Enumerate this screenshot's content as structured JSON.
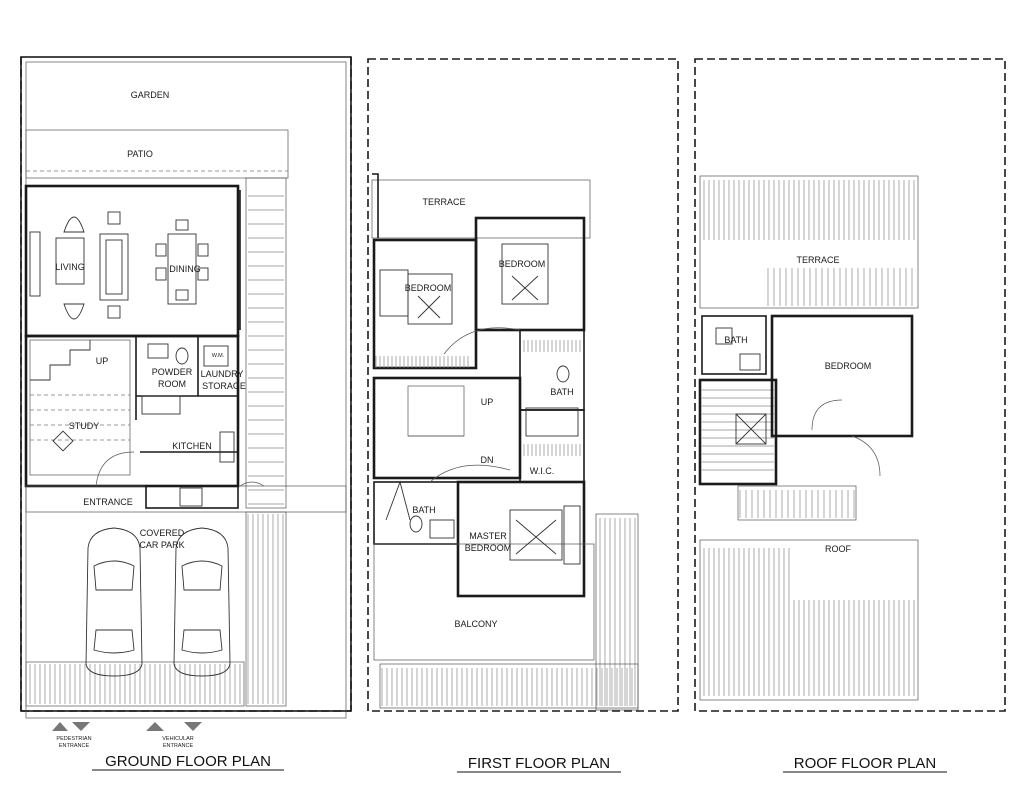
{
  "plans": {
    "ground": {
      "title": "GROUND FLOOR PLAN",
      "rooms": {
        "garden": "GARDEN",
        "patio": "PATIO",
        "living": "LIVING",
        "dining": "DINING",
        "up": "UP",
        "powder_room_1": "POWDER",
        "powder_room_2": "ROOM",
        "wm": "W.M.",
        "laundry_1": "LAUNDRY",
        "laundry_2": "STORAGE",
        "study": "STUDY",
        "kitchen": "KITCHEN",
        "entrance": "ENTRANCE",
        "car_park_1": "COVERED",
        "car_park_2": "CAR PARK"
      },
      "markers": {
        "pedestrian_1": "PEDESTRIAN",
        "pedestrian_2": "ENTRANCE",
        "vehicular_1": "VEHICULAR",
        "vehicular_2": "ENTRANCE"
      }
    },
    "first": {
      "title": "FIRST FLOOR PLAN",
      "rooms": {
        "terrace": "TERRACE",
        "bedroom_1": "BEDROOM",
        "bedroom_2": "BEDROOM",
        "bath_1": "BATH",
        "up": "UP",
        "dn": "DN",
        "wic": "W.I.C.",
        "bath_2": "BATH",
        "master_1": "MASTER",
        "master_2": "BEDROOM",
        "balcony": "BALCONY"
      }
    },
    "roof": {
      "title": "ROOF FLOOR PLAN",
      "rooms": {
        "terrace": "TERRACE",
        "bath": "BATH",
        "bedroom": "BEDROOM",
        "roof": "ROOF"
      }
    }
  }
}
